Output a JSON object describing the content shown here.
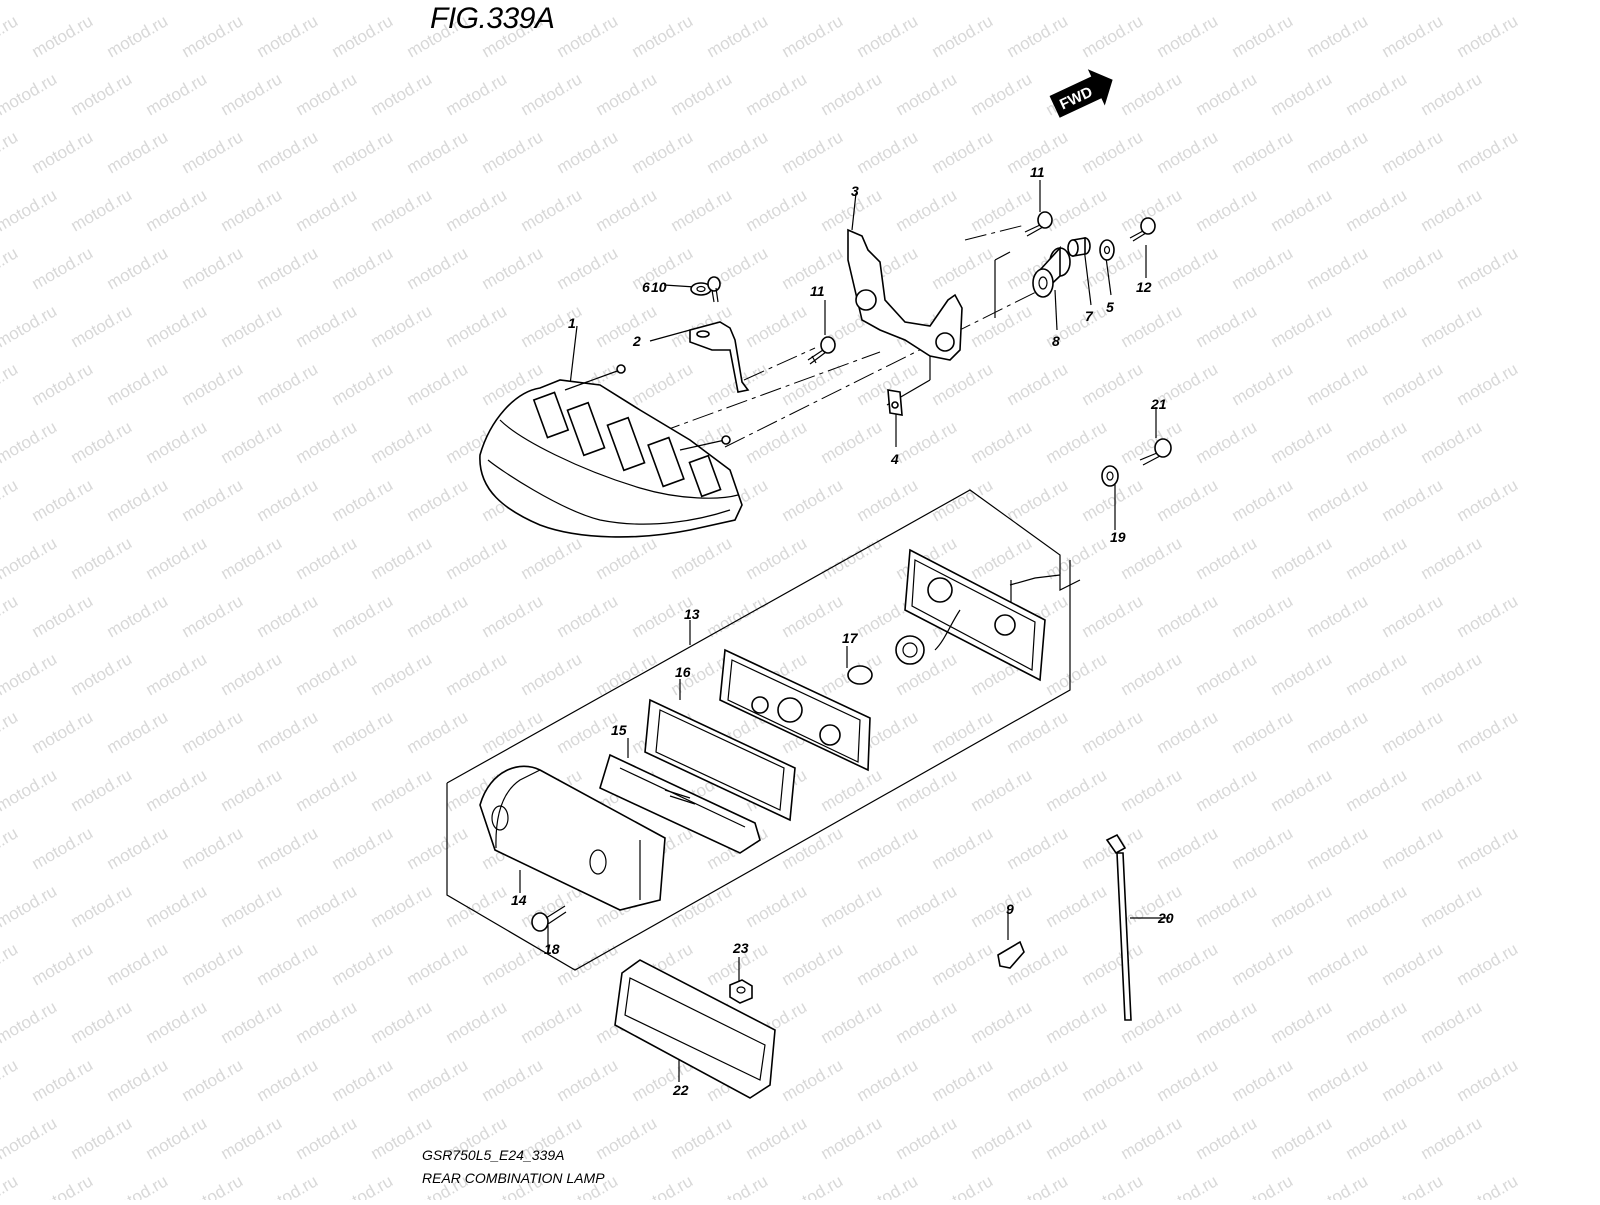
{
  "figure_title": "FIG.339A",
  "fwd_label": "FWD",
  "footer": {
    "code": "GSR750L5_E24_339A",
    "name": "REAR COMBINATION LAMP"
  },
  "watermark": "motod.ru",
  "callouts": [
    "1",
    "2",
    "3",
    "4",
    "5",
    "6",
    "7",
    "8",
    "9",
    "10",
    "11",
    "11",
    "12",
    "13",
    "14",
    "15",
    "16",
    "17",
    "18",
    "19",
    "20",
    "21",
    "22",
    "23"
  ]
}
